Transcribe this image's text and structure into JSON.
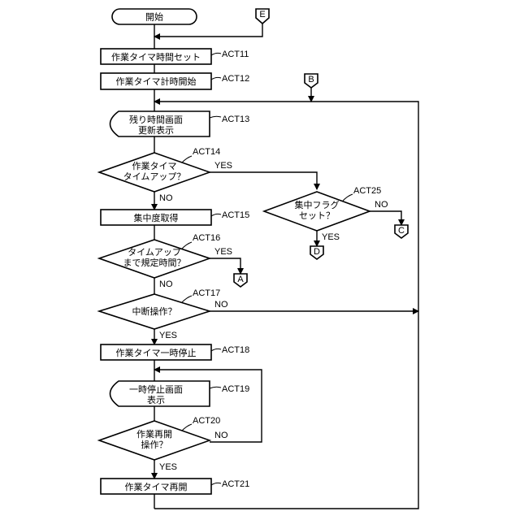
{
  "steps": {
    "start": "開始",
    "act11": "作業タイマ時間セット",
    "act12": "作業タイマ計時開始",
    "act13_l1": "残り時間画面",
    "act13_l2": "更新表示",
    "act14_l1": "作業タイマ",
    "act14_l2": "タイムアップ？",
    "act15": "集中度取得",
    "act16_l1": "タイムアップ",
    "act16_l2": "まで規定時間？",
    "act17": "中断操作？",
    "act18": "作業タイマ一時停止",
    "act19_l1": "一時停止画面",
    "act19_l2": "表示",
    "act20_l1": "作業再開",
    "act20_l2": "操作？",
    "act21": "作業タイマ再開",
    "act25_l1": "集中フラグ",
    "act25_l2": "セット？"
  },
  "labels": {
    "act11": "ACT11",
    "act12": "ACT12",
    "act13": "ACT13",
    "act14": "ACT14",
    "act15": "ACT15",
    "act16": "ACT16",
    "act17": "ACT17",
    "act18": "ACT18",
    "act19": "ACT19",
    "act20": "ACT20",
    "act21": "ACT21",
    "act25": "ACT25"
  },
  "branches": {
    "yes": "YES",
    "no": "NO"
  },
  "connectors": {
    "a": "A",
    "b": "B",
    "c": "C",
    "d": "D",
    "e": "E"
  }
}
